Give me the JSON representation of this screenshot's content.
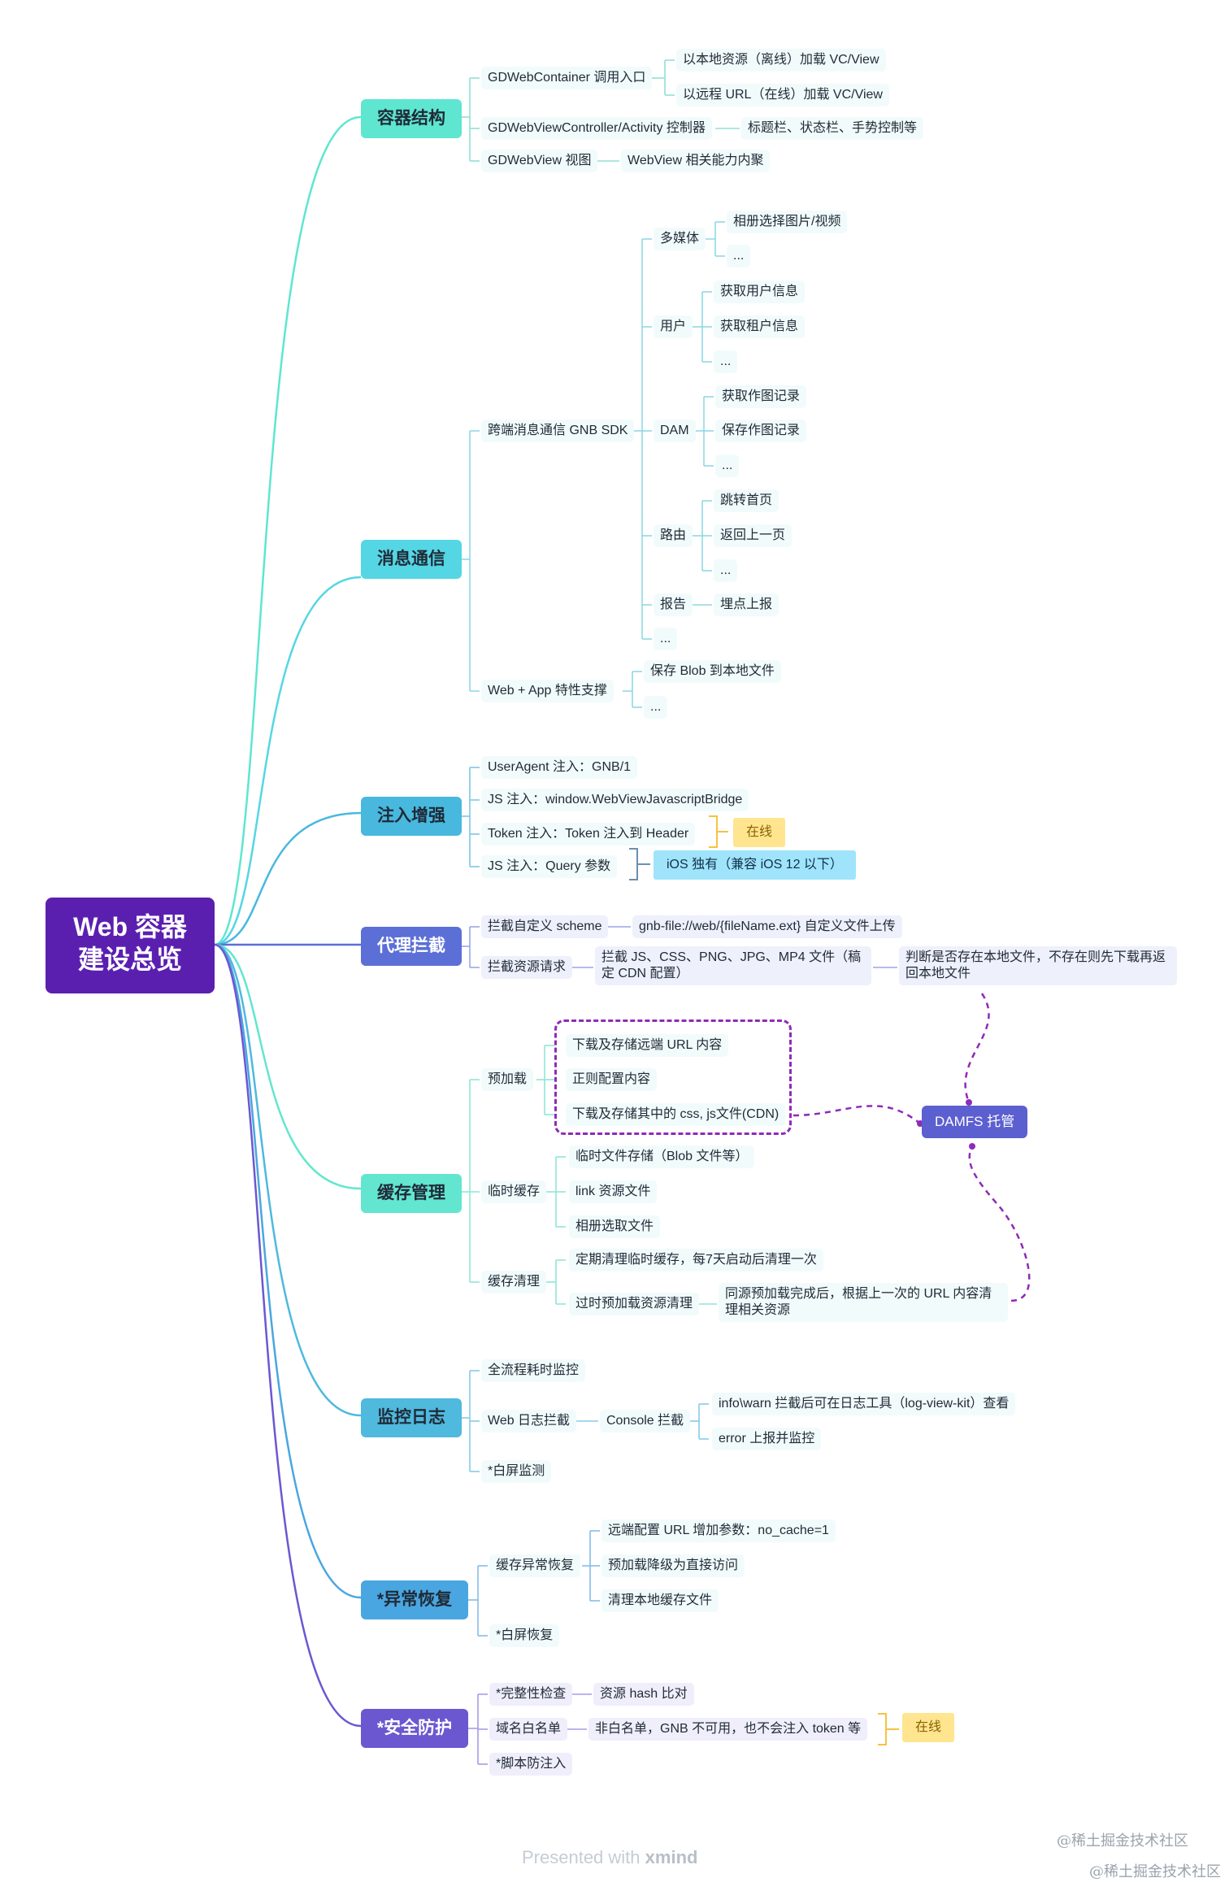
{
  "root": "Web 容器\n建设总览",
  "colors": {
    "root": "#5b1fb0",
    "container": "#5ee6d0",
    "message": "#55d6e4",
    "inject": "#48b8de",
    "proxy": "#5b6fd6",
    "cache": "#62e6cf",
    "monitor": "#4fb9de",
    "recovery": "#4aa6e0",
    "security": "#6b58d0",
    "damfs": "#5b5fd0",
    "dashed": "#8e2bb8"
  },
  "branches": {
    "container": {
      "title": "容器结构",
      "gdwebcontainer": "GDWebContainer 调用入口",
      "local": "以本地资源（离线）加载 VC/View",
      "remote": "以远程 URL（在线）加载 VC/View",
      "controller": "GDWebViewController/Activity 控制器",
      "controller_leaf": "标题栏、状态栏、手势控制等",
      "webview": "GDWebView 视图",
      "webview_leaf": "WebView 相关能力内聚"
    },
    "message": {
      "title": "消息通信",
      "sdk": "跨端消息通信 GNB SDK",
      "media": "多媒体",
      "media_1": "相册选择图片/视频",
      "media_2": "...",
      "user": "用户",
      "user_1": "获取用户信息",
      "user_2": "获取租户信息",
      "user_3": "...",
      "dam": "DAM",
      "dam_1": "获取作图记录",
      "dam_2": "保存作图记录",
      "dam_3": "...",
      "route": "路由",
      "route_1": "跳转首页",
      "route_2": "返回上一页",
      "route_3": "...",
      "report": "报告",
      "report_1": "埋点上报",
      "sdk_more": "...",
      "webapp": "Web + App 特性支撑",
      "webapp_1": "保存 Blob 到本地文件",
      "webapp_2": "..."
    },
    "inject": {
      "title": "注入增强",
      "ua": "UserAgent 注入：GNB/1",
      "js": "JS 注入：window.WebViewJavascriptBridge",
      "token": "Token 注入：Token 注入到 Header",
      "token_badge": "在线",
      "query": "JS 注入：Query 参数",
      "query_badge": "iOS 独有（兼容 iOS 12 以下）"
    },
    "proxy": {
      "title": "代理拦截",
      "scheme": "拦截自定义 scheme",
      "scheme_leaf": "gnb-file://web/{fileName.ext} 自定义文件上传",
      "request": "拦截资源请求",
      "request_leaf": "拦截 JS、CSS、PNG、JPG、MP4 文件（稿定 CDN 配置）",
      "request_leaf2": "判断是否存在本地文件，不存在则先下载再返回本地文件"
    },
    "cache": {
      "title": "缓存管理",
      "preload": "预加载",
      "preload_1": "下载及存储远端 URL 内容",
      "preload_2": "正则配置内容",
      "preload_3": "下载及存储其中的 css, js文件(CDN)",
      "temp": "临时缓存",
      "temp_1": "临时文件存储（Blob 文件等）",
      "temp_2": "link 资源文件",
      "temp_3": "相册选取文件",
      "clean": "缓存清理",
      "clean_1": "定期清理临时缓存，每7天启动后清理一次",
      "clean_2": "过时预加载资源清理",
      "clean_2_leaf": "同源预加载完成后，根据上一次的 URL 内容清理相关资源",
      "damfs": "DAMFS 托管"
    },
    "monitor": {
      "title": "监控日志",
      "full": "全流程耗时监控",
      "weblog": "Web 日志拦截",
      "console": "Console 拦截",
      "console_1": "info\\warn 拦截后可在日志工具（log-view-kit）查看",
      "console_2": "error 上报并监控",
      "white": "*白屏监测"
    },
    "recovery": {
      "title": "*异常恢复",
      "cache_err": "缓存异常恢复",
      "cache_err_1": "远端配置 URL 增加参数：no_cache=1",
      "cache_err_2": "预加载降级为直接访问",
      "cache_err_3": "清理本地缓存文件",
      "white": "*白屏恢复"
    },
    "security": {
      "title": "*安全防护",
      "integrity": "*完整性检查",
      "integrity_leaf": "资源 hash 比对",
      "whitelist": "域名白名单",
      "whitelist_leaf": "非白名单，GNB 不可用，也不会注入 token 等",
      "whitelist_badge": "在线",
      "script": "*脚本防注入"
    }
  },
  "footer": {
    "presented": "Presented with",
    "brand": "xmind",
    "watermark_1": "@稀土掘金技术社区",
    "watermark_2": "@稀土掘金技术社区"
  }
}
